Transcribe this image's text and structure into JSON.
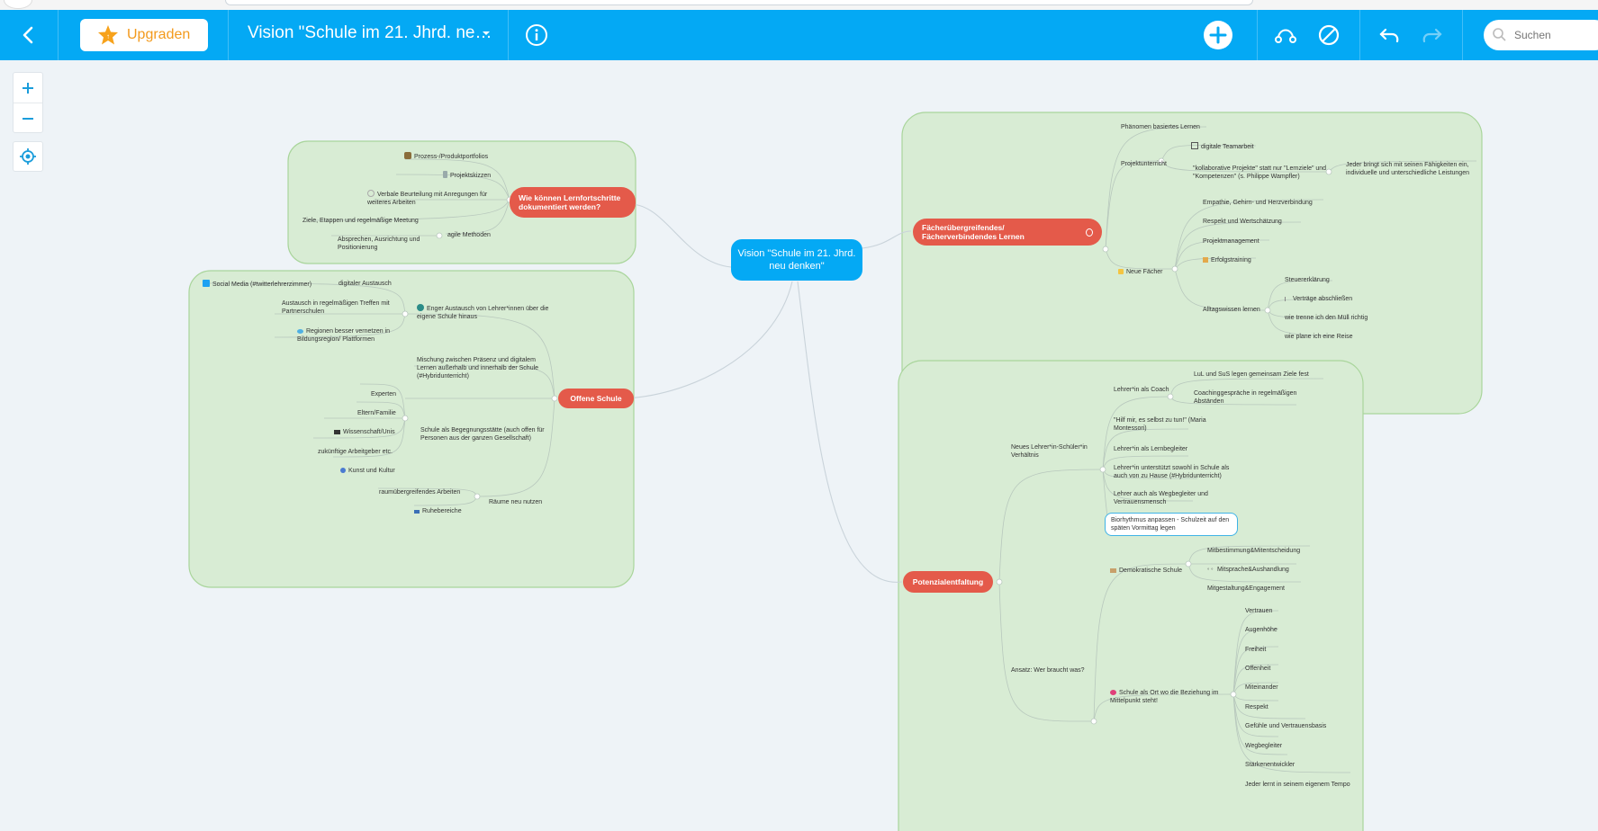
{
  "toolbar": {
    "upgrade_label": "Upgraden",
    "map_title": "Vision \"Schule im 21. Jhrd. ne…",
    "search_placeholder": "Suchen"
  },
  "colors": {
    "accent": "#04a9f4",
    "branch": "#e45a4a",
    "cloud": "#d8ecd4",
    "upgrade": "#f39a1c"
  },
  "icons": [
    "back-icon",
    "star-icon",
    "chevron-down-icon",
    "info-icon",
    "plus-icon",
    "connect-icon",
    "no-icon",
    "undo-icon",
    "redo-icon",
    "search-icon",
    "zoom-in-icon",
    "zoom-out-icon",
    "locate-icon"
  ],
  "map": {
    "center": "Vision \"Schule im 21. Jhrd. neu denken\"",
    "b1": {
      "title": "Wie können Lernfortschritte dokumentiert werden?",
      "n1": "Prozess-/Produktportfolios",
      "n2": "Projektskizzen",
      "n3": "Verbale Beurteilung mit Anregungen für weiteres Arbeiten",
      "n4": "Ziele, Etappen und regelmäßige Meetung",
      "n5": "Absprechen, Ausrichtung und Positionierung",
      "n6": "agile Methoden"
    },
    "b2": {
      "title": "Offene Schule",
      "n1": "Social Media (#twitterlehrerzimmer)",
      "n2": "digitaler Austausch",
      "n3": "Austausch in regelmäßigen Treffen mit Partnerschulen",
      "n4": "Regionen besser vernetzen in Bildungsregion/ Plattformen",
      "n5": "Enger Austausch von Lehrer*innen über die eigene Schule hinaus",
      "n6": "Mischung zwischen Präsenz und digitalem Lernen außerhalb und innerhalb der Schule (#Hybridunterricht)",
      "n7": "Experten",
      "n8": "Eltern/Familie",
      "n9": "Wissenschaft/Unis",
      "n10": "zukünftige Arbeitgeber etc.",
      "n11": "Kunst und Kultur",
      "n12": "Schule als Begegnungsstätte (auch offen für Personen aus der ganzen Gesellschaft)",
      "n13": "raumübergreifendes Arbeiten",
      "n14": "Ruhebereiche",
      "n15": "Räume neu nutzen"
    },
    "b3": {
      "title": "Fächerübergreifendes/ Fächerverbindendes Lernen",
      "n1": "Phänomen basiertes Lernen",
      "n2": "Projektunterricht",
      "n3": "digitale Teamarbeit",
      "n4": "\"kollaborative Projekte\" statt nur \"Lernziele\" und \"Kompetenzen\" (s. Philippe Wampfler)",
      "n5": "Jeder bringt sich mit seinen Fähigkeiten ein, individuelle und unterschiedliche Leistungen",
      "n6": "Neue Fächer",
      "n7": "Empathie, Gehirn- und Herzverbindung",
      "n8": "Respekt und Wertschätzung",
      "n9": "Projektmanagement",
      "n10": "Erfolgstraining",
      "n11": "Alltagswissen lernen",
      "n12": "Steuererklärung",
      "n13": "Verträge abschließen",
      "n14": "wie trenne ich den Müll richtig",
      "n15": "wie plane ich eine Reise"
    },
    "b4": {
      "title": "Potenzialentfaltung",
      "n1": "Neues Lehrer*in-Schüler*in Verhältnis",
      "n2": "Lehrer*in als Coach",
      "n3": "LuL und SuS legen gemeinsam Ziele fest",
      "n4": "Coachinggespräche in regelmäßigen Abständen",
      "n5": "\"Hilf mir, es selbst zu tun!\" (Maria Montessori)",
      "n6": "Lehrer*in als Lernbegleiter",
      "n7": "Lehrer*in unterstützt sowohl in Schule als auch von zu Hause (#Hybridunterricht)",
      "n8": "Lehrer auch als Wegbegleiter und Vertrauensmensch",
      "n9": "Biorhythmus anpassen - Schulzeit auf den späten Vormittag legen",
      "n10": "Ansatz: Wer braucht was?",
      "n11": "Demokratische Schule",
      "n12": "Mitbestimmung&Mitentscheidung",
      "n13": "Mitsprache&Aushandlung",
      "n14": "Mitgestaltung&Engagement",
      "n15": "Schule als Ort wo die Beziehung im Mittelpunkt steht!",
      "n16": "Vertrauen",
      "n17": "Augenhöhe",
      "n18": "Freiheit",
      "n19": "Offenheit",
      "n20": "Miteinander",
      "n21": "Respekt",
      "n22": "Gefühle und Vertrauensbasis",
      "n23": "Wegbegleiter",
      "n24": "Stärkenentwickler",
      "n25": "Jeder lernt in seinem eigenem Tempo"
    }
  }
}
